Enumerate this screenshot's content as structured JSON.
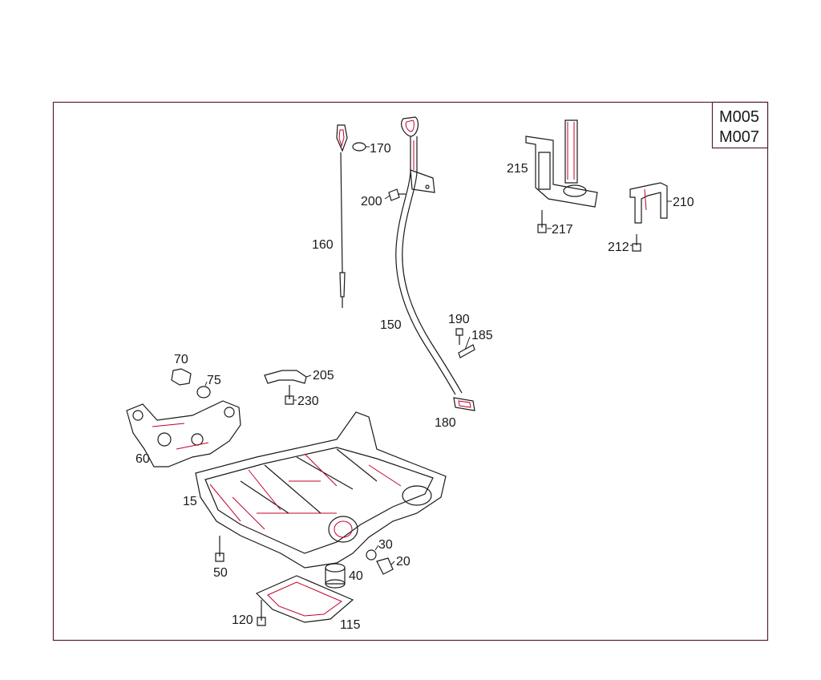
{
  "diagram": {
    "codes": [
      "M005",
      "M007"
    ],
    "callouts": {
      "c15": "15",
      "c20": "20",
      "c30": "30",
      "c40": "40",
      "c50": "50",
      "c60": "60",
      "c70": "70",
      "c75": "75",
      "c115": "115",
      "c120": "120",
      "c150": "150",
      "c160": "160",
      "c170": "170",
      "c180": "180",
      "c185": "185",
      "c190": "190",
      "c200": "200",
      "c205": "205",
      "c210": "210",
      "c212": "212",
      "c215": "215",
      "c217": "217",
      "c230": "230"
    },
    "colors": {
      "line": "#1a1a1a",
      "highlight": "#c0002a",
      "frame": "#5a2030"
    }
  }
}
